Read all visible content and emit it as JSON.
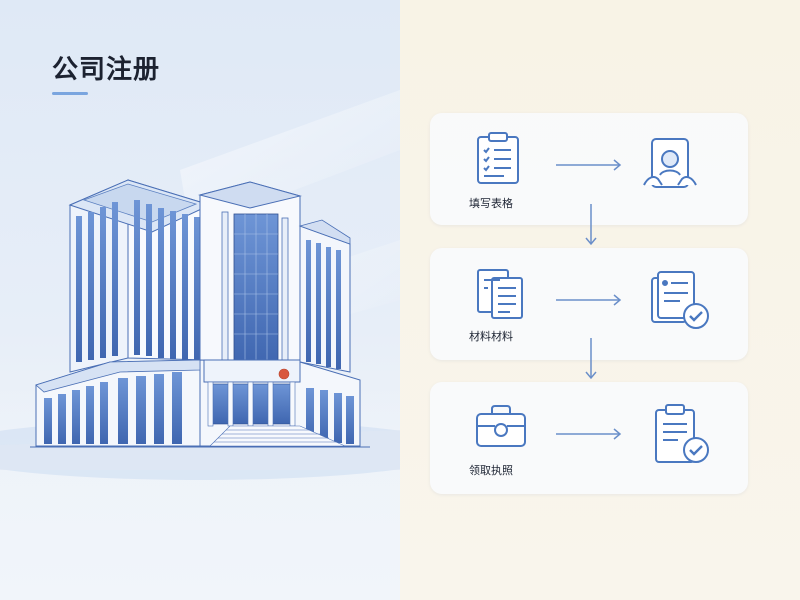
{
  "page": {
    "title": "公司注册"
  },
  "steps": [
    {
      "label": "填写表格",
      "icon": "clipboard-checklist-icon",
      "result_icon": "id-card-hands-icon"
    },
    {
      "label": "材料材料",
      "icon": "documents-icon",
      "result_icon": "document-approved-icon"
    },
    {
      "label": "领取执照",
      "icon": "briefcase-icon",
      "result_icon": "clipboard-approved-icon"
    }
  ],
  "colors": {
    "accent": "#4a78c0",
    "left_bg": "#e3ecf7",
    "right_bg": "#f8f3e6",
    "card_bg": "#f7f9fb"
  }
}
